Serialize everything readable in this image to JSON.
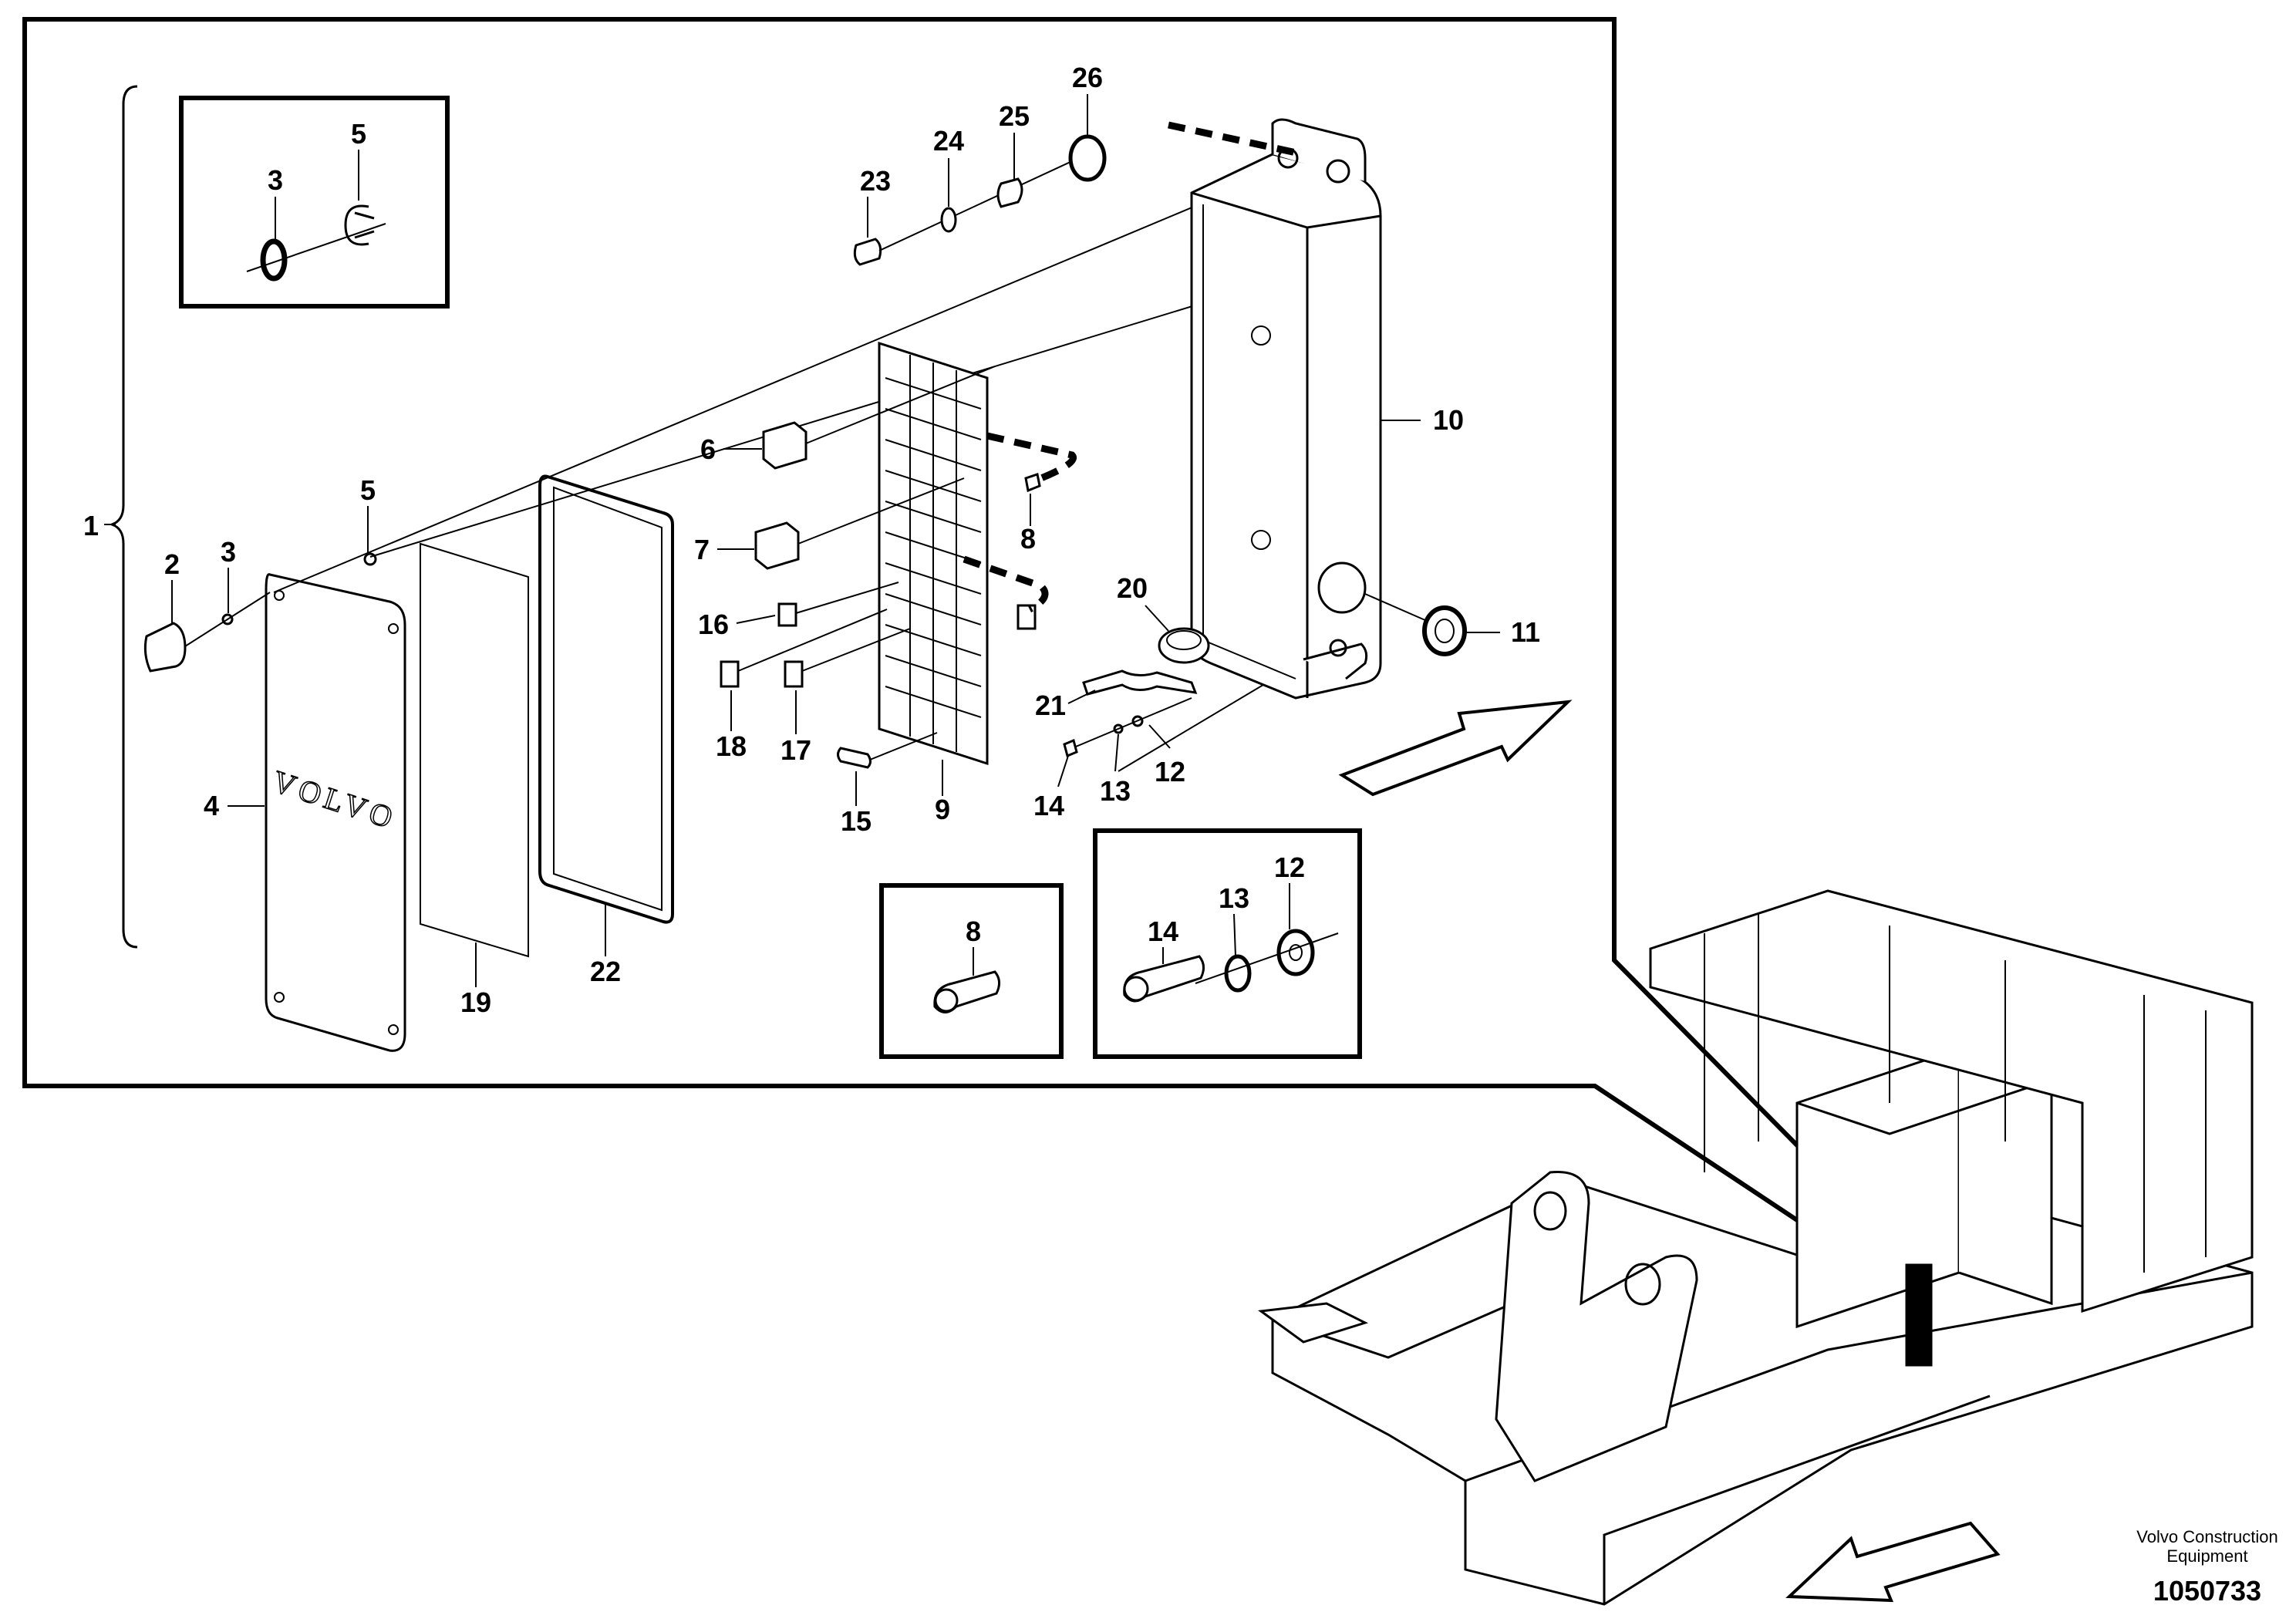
{
  "callouts": {
    "c1": "1",
    "c2": "2",
    "c3a": "3",
    "c3b": "3",
    "c4": "4",
    "c5a": "5",
    "c5b": "5",
    "c6": "6",
    "c7": "7",
    "c8a": "8",
    "c8b": "8",
    "c9": "9",
    "c10": "10",
    "c11": "11",
    "c12a": "12",
    "c12b": "12",
    "c13a": "13",
    "c13b": "13",
    "c14a": "14",
    "c14b": "14",
    "c15": "15",
    "c16": "16",
    "c17": "17",
    "c18": "18",
    "c19": "19",
    "c20": "20",
    "c21": "21",
    "c22": "22",
    "c23": "23",
    "c24": "24",
    "c25": "25",
    "c26": "26"
  },
  "cover_logo": "VOLVO",
  "footer": {
    "publisher_line1": "Volvo Construction",
    "publisher_line2": "Equipment",
    "drawing_number": "1050733"
  }
}
